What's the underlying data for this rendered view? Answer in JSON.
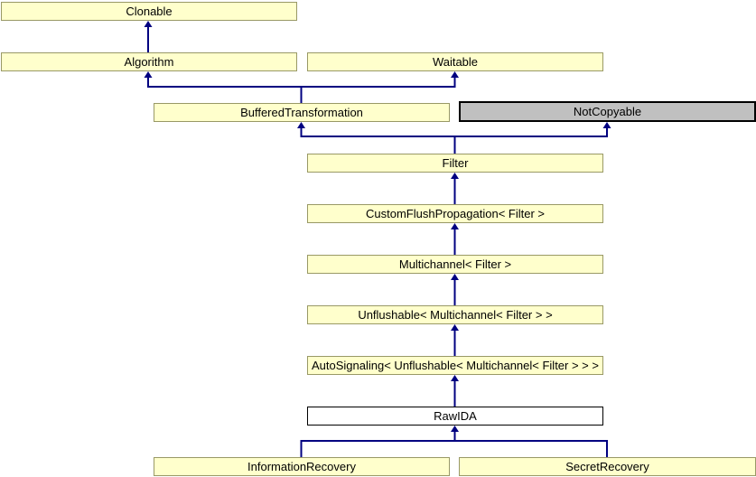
{
  "diagram": {
    "type": "class-inheritance-diagram",
    "nodes": [
      {
        "id": "clonable",
        "label": "Clonable",
        "kind": "documented"
      },
      {
        "id": "algorithm",
        "label": "Algorithm",
        "kind": "documented"
      },
      {
        "id": "waitable",
        "label": "Waitable",
        "kind": "documented"
      },
      {
        "id": "buffered-transformation",
        "label": "BufferedTransformation",
        "kind": "documented"
      },
      {
        "id": "not-copyable",
        "label": "NotCopyable",
        "kind": "undocumented"
      },
      {
        "id": "filter",
        "label": "Filter",
        "kind": "documented"
      },
      {
        "id": "custom-flush-propagation",
        "label": "CustomFlushPropagation< Filter >",
        "kind": "documented"
      },
      {
        "id": "multichannel",
        "label": "Multichannel< Filter >",
        "kind": "documented"
      },
      {
        "id": "unflushable",
        "label": "Unflushable< Multichannel< Filter > >",
        "kind": "documented"
      },
      {
        "id": "auto-signaling",
        "label": "AutoSignaling< Unflushable< Multichannel< Filter > > >",
        "kind": "documented"
      },
      {
        "id": "raw-ida",
        "label": "RawIDA",
        "kind": "current"
      },
      {
        "id": "information-recovery",
        "label": "InformationRecovery",
        "kind": "documented"
      },
      {
        "id": "secret-recovery",
        "label": "SecretRecovery",
        "kind": "documented"
      }
    ],
    "edges": [
      {
        "from": "algorithm",
        "to": "clonable"
      },
      {
        "from": "buffered-transformation",
        "to": "algorithm"
      },
      {
        "from": "buffered-transformation",
        "to": "waitable"
      },
      {
        "from": "filter",
        "to": "buffered-transformation"
      },
      {
        "from": "filter",
        "to": "not-copyable"
      },
      {
        "from": "custom-flush-propagation",
        "to": "filter"
      },
      {
        "from": "multichannel",
        "to": "custom-flush-propagation"
      },
      {
        "from": "unflushable",
        "to": "multichannel"
      },
      {
        "from": "auto-signaling",
        "to": "unflushable"
      },
      {
        "from": "raw-ida",
        "to": "auto-signaling"
      },
      {
        "from": "information-recovery",
        "to": "raw-ida"
      },
      {
        "from": "secret-recovery",
        "to": "raw-ida"
      }
    ],
    "colors": {
      "background": "#ffffff",
      "documented_fill": "#ffffcc",
      "documented_border": "#999966",
      "undocumented_fill": "#c0c0c0",
      "undocumented_border": "#000000",
      "current_fill": "#ffffff",
      "current_border": "#000000",
      "edge": "#000080",
      "text": "#000000"
    }
  }
}
